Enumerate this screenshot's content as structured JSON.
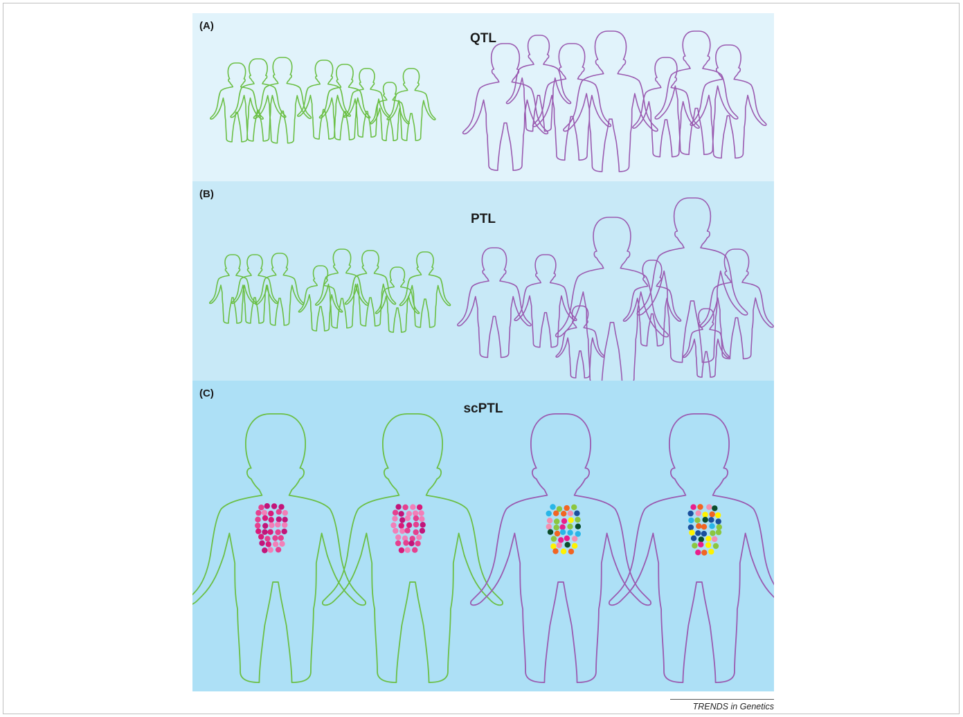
{
  "panels": [
    {
      "label": "(A)",
      "title": "QTL",
      "bg": "#e1f3fb"
    },
    {
      "label": "(B)",
      "title": "PTL",
      "bg": "#c8e9f7"
    },
    {
      "label": "(C)",
      "title": "scPTL",
      "bg": "#ade0f6"
    }
  ],
  "colors": {
    "group_one_outline": "#6bbf45",
    "group_two_outline": "#9a5ab0",
    "cell_palette_uniform": [
      "#d81b7a",
      "#e5408f",
      "#f27fb8",
      "#c2157a"
    ],
    "cell_palette_mixed": [
      "#e91e8c",
      "#fff200",
      "#1b4f9c",
      "#8cc63f",
      "#f26522",
      "#29b6e8",
      "#0b4d2c",
      "#f48fb1"
    ]
  },
  "footer": {
    "source": "TRENDS in Genetics"
  }
}
